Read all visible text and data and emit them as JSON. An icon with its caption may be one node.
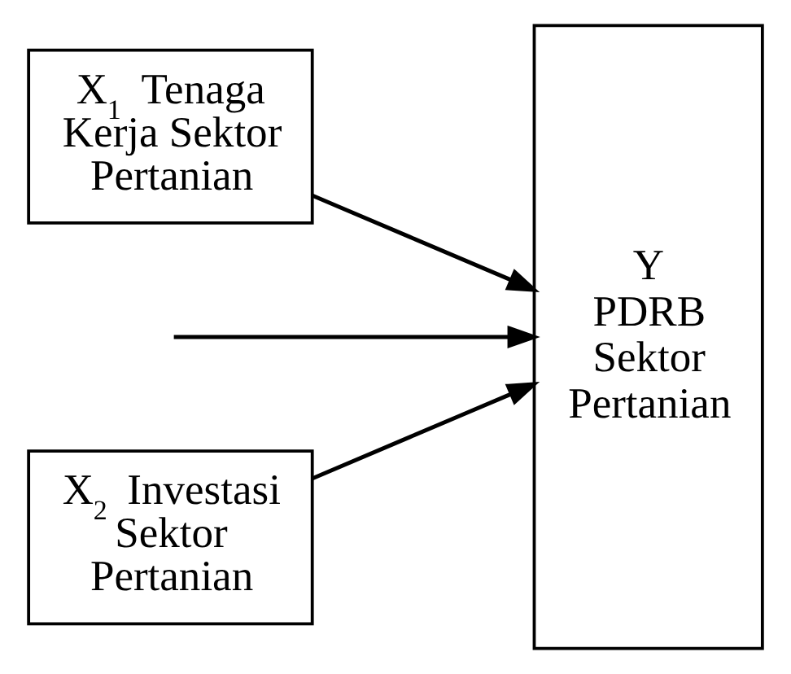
{
  "diagram": {
    "nodes": [
      {
        "text": [
          "X$_{1}$ Tenaga Kerja Sektor Pertanian"
        ]
      },
      {
        "text": [
          "X$_{2}$ Investasi Sektor Pertanian"
        ]
      },
      {
        "text": [
          "Y",
          "PDRB Sektor Pertanian"
        ]
      }
    ],
    "edges": [
      {
        "from": 0,
        "to": 2,
        "arrow": "to"
      },
      {
        "from": null,
        "to": 2,
        "arrow": "to"
      },
      {
        "from": 1,
        "to": 2,
        "arrow": "to"
      }
    ]
  }
}
